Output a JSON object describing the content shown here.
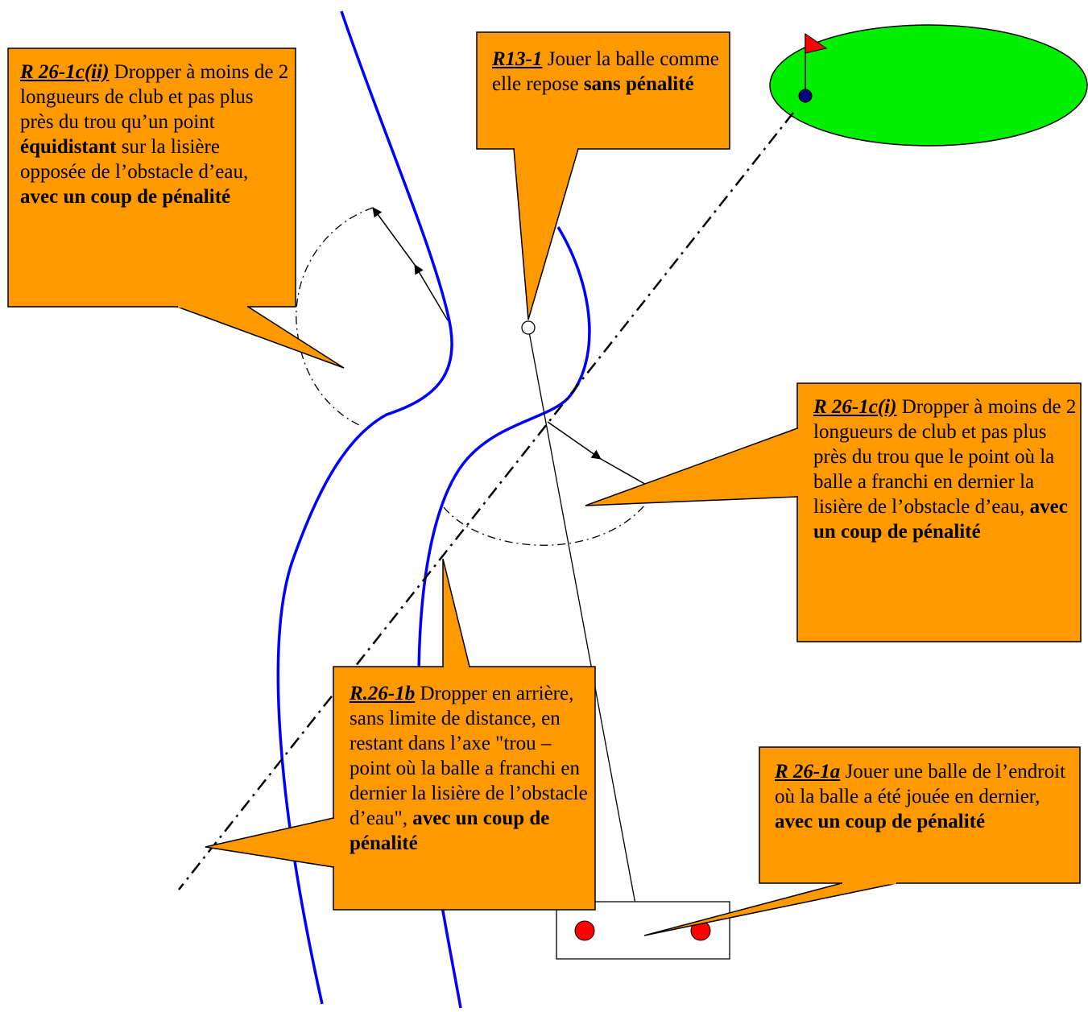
{
  "callouts": {
    "r26_1c_ii": {
      "ref": "R 26-1c(ii)",
      "text1": " Dropper à moins de 2 longueurs de club et pas plus près du trou qu’un point ",
      "bold1": "équidistant",
      "text2": " sur la lisière opposée de l’obstacle d’eau, ",
      "bold2": "avec un coup de pénalité"
    },
    "r13_1": {
      "ref": "R13-1",
      "text1": " Jouer la balle comme elle repose ",
      "bold1": "sans pénalité"
    },
    "r26_1c_i": {
      "ref": "R 26-1c(i)",
      "text1": " Dropper à moins de 2 longueurs de club et pas plus près du trou que le point où la balle a franchi en dernier la lisière de l’obstacle d’eau, ",
      "bold1": "avec un coup de pénalité"
    },
    "r26_1b": {
      "ref": "R.26-1b",
      "text1": " Dropper en arrière, sans limite de distance, en restant dans l’axe \"trou – point où la balle a franchi en dernier la lisière de l’obstacle d’eau\", ",
      "bold1": "avec un coup de pénalité"
    },
    "r26_1a": {
      "ref": "R 26-1a",
      "text1": " Jouer une balle de l’endroit où la balle  a été jouée en dernier, ",
      "bold1": "avec un coup de pénalité"
    }
  },
  "colors": {
    "callout_fill": "#ff9900",
    "hazard_line": "#0000ff",
    "green": "#00ee00",
    "flag": "#ff0000",
    "hole": "#000080",
    "tee_marker": "#ff0000"
  }
}
